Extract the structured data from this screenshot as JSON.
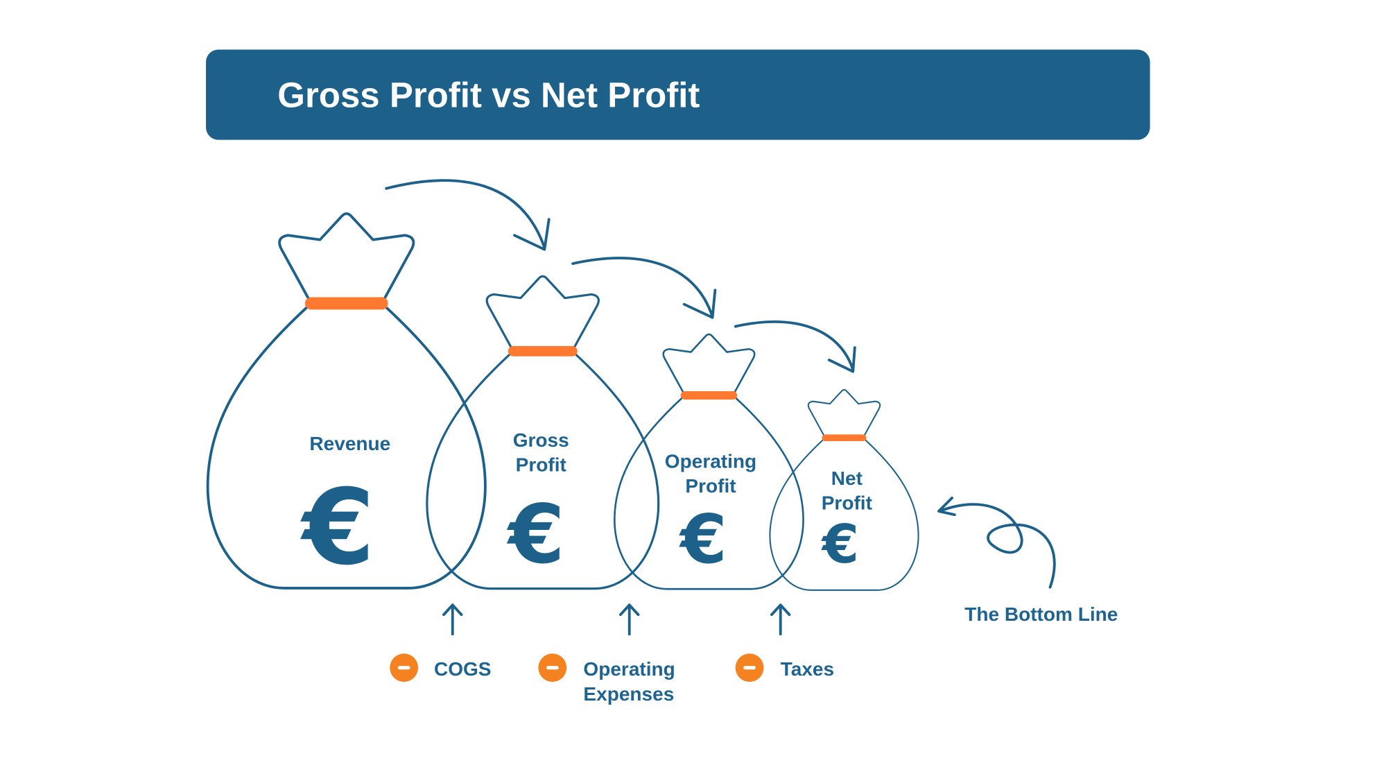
{
  "title": "Gross Profit vs Net Profit",
  "colors": {
    "primary": "#1d618b",
    "accent": "#ff7a30",
    "text": "#1f6491"
  },
  "bags": [
    {
      "label_lines": [
        "Revenue"
      ],
      "symbol": "€"
    },
    {
      "label_lines": [
        "Gross",
        "Profit"
      ],
      "symbol": "€"
    },
    {
      "label_lines": [
        "Operating",
        "Profit"
      ],
      "symbol": "€"
    },
    {
      "label_lines": [
        "Net",
        "Profit"
      ],
      "symbol": "€"
    }
  ],
  "deductions": [
    {
      "icon": "minus-circle-icon",
      "label_lines": [
        "COGS"
      ]
    },
    {
      "icon": "minus-circle-icon",
      "label_lines": [
        "Operating",
        "Expenses"
      ]
    },
    {
      "icon": "minus-circle-icon",
      "label_lines": [
        "Taxes"
      ]
    }
  ],
  "bottom_line_label": "The Bottom Line"
}
